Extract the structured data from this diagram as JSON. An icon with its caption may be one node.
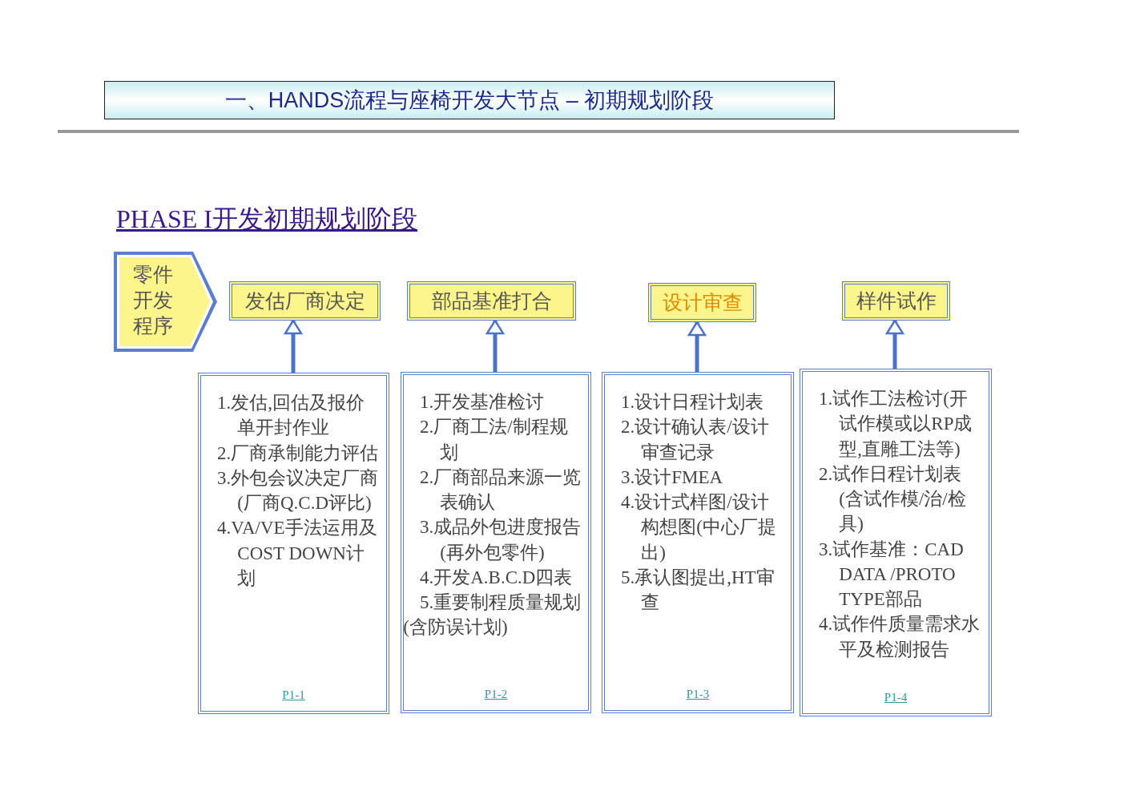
{
  "diagram": {
    "title": "一、HANDS流程与座椅开发大节点 – 初期规划阶段",
    "nodes": [
      {
        "text": [
          "零件开发程序"
        ]
      },
      {
        "text": [
          "发估厂商决定"
        ]
      },
      {
        "text": [
          "部品基准打合"
        ]
      },
      {
        "text": [
          "设计审查"
        ]
      },
      {
        "text": [
          "样件试作"
        ]
      },
      {
        "text": [
          "1.发估,回估及报价单开封作业",
          "2.厂商承制能力评估",
          "3.外包会议决定厂商(厂商Q.C.D评比)",
          "4.VA/VE手法运用及COST DOWN计划",
          "P1-1"
        ]
      },
      {
        "text": [
          "1.开发基准检讨",
          "2.厂商工法/制程规划",
          "2.厂商部品来源一览表确认",
          "3.成品外包进度报告 (再外包零件)",
          "4.开发A.B.C.D四表",
          "5.重要制程质量规划",
          "(含防误计划)",
          "P1-2"
        ]
      },
      {
        "text": [
          "1.设计日程计划表",
          "2.设计确认表/设计审查记录",
          "3.设计FMEA",
          "4.设计式样图/设计构想图(中心厂提出)",
          "5.承认图提出,HT审查",
          "P1-3"
        ]
      },
      {
        "text": [
          "1.试作工法检讨(开试作模或以RP成型,直雕工法等)",
          "2.试作日程计划表(含试作模/治/检具)",
          "3.试作基准：CAD DATA /PROTO TYPE部品",
          "4.试作件质量需求水平及检测报告",
          "P1-4"
        ]
      }
    ],
    "edges": [
      {
        "from": 5,
        "to": 1,
        "arrow": "to"
      },
      {
        "from": 6,
        "to": 2,
        "arrow": "to"
      },
      {
        "from": 7,
        "to": 3,
        "arrow": "to"
      },
      {
        "from": 8,
        "to": 4,
        "arrow": "to"
      }
    ],
    "labels": [
      "PHASE I开发初期规划阶段"
    ]
  }
}
